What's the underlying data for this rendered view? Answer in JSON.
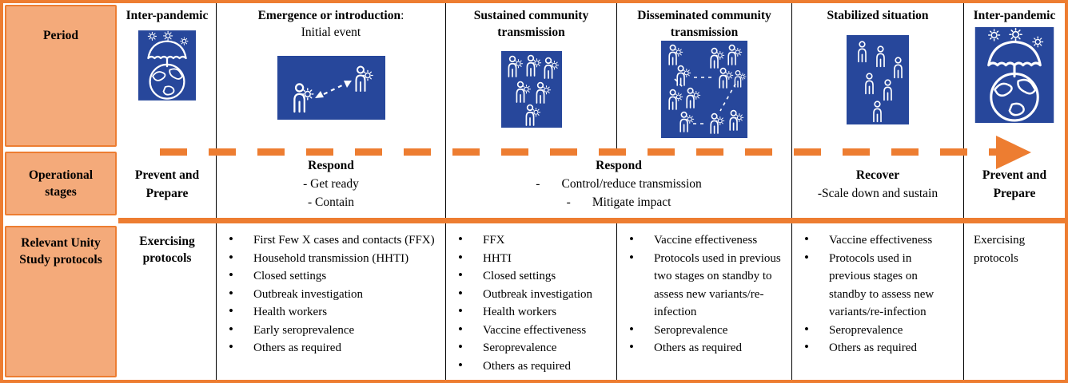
{
  "colors": {
    "accent_orange": "#ED7D31",
    "light_orange_fill": "#F4AA7A",
    "icon_blue": "#27479B",
    "grid_line": "#000000"
  },
  "row_labels": {
    "period": "Period",
    "operational_stages": "Operational stages",
    "protocols": "Relevant Unity Study protocols"
  },
  "periods": [
    {
      "title": "Inter-pandemic",
      "icon": "umbrella-globe-virus-icon"
    },
    {
      "title": "Emergence or introduction",
      "title_suffix": ":",
      "subtitle": "Initial event",
      "icon": "person-to-person-transmission-icon"
    },
    {
      "title": "Sustained community transmission",
      "icon": "community-transmission-icon"
    },
    {
      "title": "Disseminated community transmission",
      "icon": "disseminated-transmission-icon"
    },
    {
      "title": "Stabilized situation",
      "icon": "stabilized-population-icon"
    },
    {
      "title": "Inter-pandemic",
      "icon": "umbrella-globe-virus-icon"
    }
  ],
  "stages": {
    "prepare_first": "Prevent and Prepare",
    "respond_initial": {
      "title": "Respond",
      "lines": [
        "- Get ready",
        "- Contain"
      ]
    },
    "respond_main": {
      "title": "Respond",
      "lines": [
        "-       Control/reduce transmission",
        "-       Mitigate impact"
      ]
    },
    "recover": {
      "title": "Recover",
      "lines": [
        "-Scale down and sustain"
      ]
    },
    "prepare_last": "Prevent and Prepare"
  },
  "protocols": {
    "exercising_first": "Exercising protocols",
    "emergence": [
      "First Few X cases and contacts (FFX)",
      "Household transmission (HHTI)",
      "Closed settings",
      "Outbreak investigation",
      "Health workers",
      "Early seroprevalence",
      "Others as required"
    ],
    "sustained": [
      "FFX",
      "HHTI",
      "Closed settings",
      "Outbreak investigation",
      "Health workers",
      "Vaccine effectiveness",
      "Seroprevalence",
      "Others as required"
    ],
    "disseminated": [
      "Vaccine effectiveness",
      "Protocols used in previous two stages on standby to assess new variants/re-infection",
      "Seroprevalence",
      "Others as required"
    ],
    "stabilized": [
      "Vaccine effectiveness",
      "Protocols used in previous stages on standby to assess new variants/re-infection",
      "Seroprevalence",
      "Others as required"
    ],
    "exercising_last": "Exercising protocols"
  }
}
